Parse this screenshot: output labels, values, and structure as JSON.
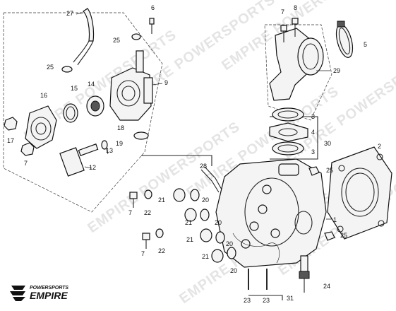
{
  "brand": {
    "line1": "POWERSPORTS",
    "line2": "EMPIRE"
  },
  "watermark": "EMPIRE POWERSPORTS",
  "callouts": [
    "27",
    "6",
    "25",
    "25",
    "16",
    "15",
    "14",
    "13",
    "9",
    "17",
    "7",
    "12",
    "19",
    "18",
    "7",
    "8",
    "5",
    "29",
    "3",
    "4",
    "3",
    "30",
    "2",
    "28",
    "25",
    "7",
    "22",
    "21",
    "20",
    "21",
    "20",
    "7",
    "22",
    "21",
    "20",
    "21",
    "20",
    "1",
    "25",
    "24",
    "23",
    "23",
    "31"
  ]
}
